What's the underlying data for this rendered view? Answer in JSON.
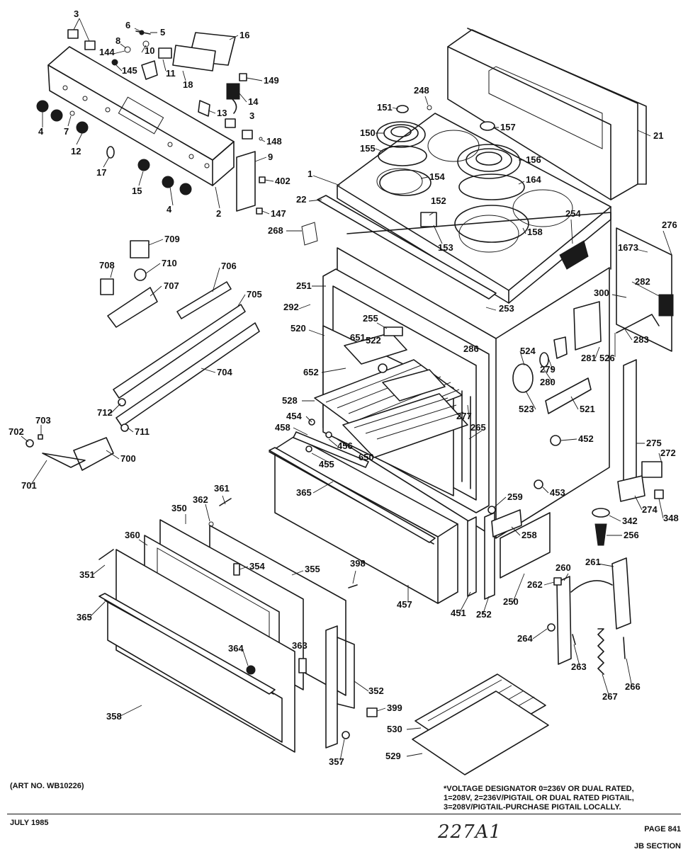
{
  "document": {
    "art_no": "(ART NO. WB10226)",
    "voltage_note": "*VOLTAGE DESIGNATOR 0=236V OR DUAL RATED,\n1=208V, 2=236V/PIGTAIL OR DUAL RATED PIGTAIL,\n3=208V/PIGTAIL-PURCHASE PIGTAIL LOCALLY.",
    "date": "JULY 1985",
    "page": "PAGE 841",
    "section": "JB SECTION",
    "handwritten": "227A1"
  },
  "callouts": [
    "3",
    "6",
    "5",
    "16",
    "8",
    "144",
    "10",
    "145",
    "11",
    "18",
    "149",
    "14",
    "13",
    "4",
    "7",
    "12",
    "17",
    "3",
    "148",
    "9",
    "15",
    "4",
    "402",
    "2",
    "147",
    "709",
    "708",
    "710",
    "707",
    "706",
    "705",
    "704",
    "712",
    "711",
    "702",
    "703",
    "700",
    "701",
    "151",
    "248",
    "150",
    "157",
    "155",
    "154",
    "156",
    "164",
    "152",
    "153",
    "158",
    "254",
    "1",
    "22",
    "268",
    "21",
    "276",
    "1673",
    "282",
    "300",
    "251",
    "292",
    "255",
    "253",
    "520",
    "651",
    "522",
    "286",
    "524",
    "279",
    "281",
    "526",
    "283",
    "652",
    "280",
    "528",
    "523",
    "521",
    "454",
    "458",
    "277",
    "265",
    "456",
    "650",
    "455",
    "452",
    "275",
    "272",
    "365",
    "259",
    "453",
    "274",
    "348",
    "342",
    "256",
    "258",
    "361",
    "362",
    "350",
    "360",
    "354",
    "355",
    "398",
    "351",
    "457",
    "451",
    "252",
    "250",
    "261",
    "260",
    "262",
    "365",
    "364",
    "264",
    "363",
    "263",
    "267",
    "266",
    "352",
    "399",
    "530",
    "358",
    "357",
    "529"
  ],
  "colors": {
    "ink": "#1a1a1a",
    "paper": "#ffffff"
  }
}
